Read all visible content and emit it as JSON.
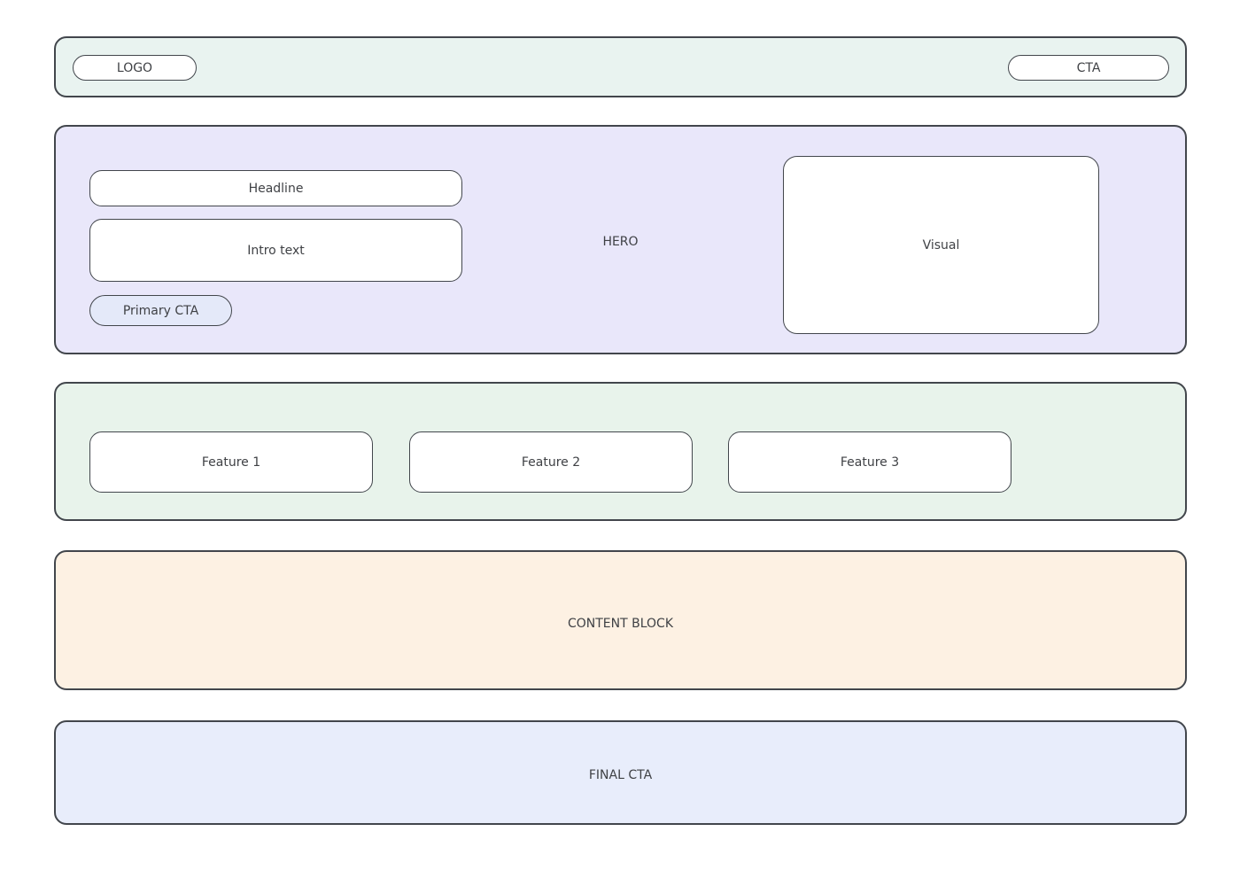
{
  "header": {
    "logo_label": "LOGO",
    "cta_label": "CTA"
  },
  "hero": {
    "section_label": "HERO",
    "headline_label": "Headline",
    "intro_label": "Intro text",
    "primary_cta_label": "Primary CTA",
    "visual_label": "Visual"
  },
  "features": {
    "items": [
      {
        "label": "Feature 1"
      },
      {
        "label": "Feature 2"
      },
      {
        "label": "Feature 3"
      }
    ]
  },
  "content_block": {
    "label": "CONTENT BLOCK"
  },
  "final_cta": {
    "label": "FINAL CTA"
  },
  "colors": {
    "header_bg": "#e9f3f0",
    "hero_bg": "#e9e7fa",
    "primary_cta_bg": "#e4e9f9",
    "features_bg": "#e8f3eb",
    "content_block_bg": "#fdf1e3",
    "final_cta_bg": "#e8edfb",
    "border": "#42464c",
    "text": "#3f4145",
    "surface": "#ffffff"
  }
}
